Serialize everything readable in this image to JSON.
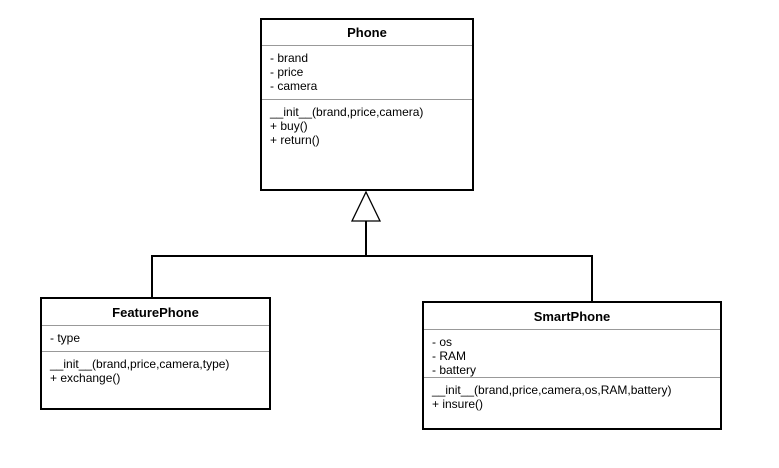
{
  "diagram": {
    "type": "uml-class-diagram",
    "background_color": "#ffffff",
    "line_color": "#000000",
    "separator_color": "#999999",
    "classes": {
      "phone": {
        "title": "Phone",
        "attributes": [
          "- brand",
          "- price",
          "- camera"
        ],
        "methods": [
          "__init__(brand,price,camera)",
          "+ buy()",
          "+ return()"
        ]
      },
      "featurephone": {
        "title": "FeaturePhone",
        "attributes": [
          "- type"
        ],
        "methods": [
          "__init__(brand,price,camera,type)",
          "+ exchange()"
        ]
      },
      "smartphone": {
        "title": "SmartPhone",
        "attributes": [
          "- os",
          "- RAM",
          "- battery"
        ],
        "methods": [
          "__init__(brand,price,camera,os,RAM,battery)",
          "+ insure()"
        ]
      }
    },
    "relationships": [
      {
        "type": "inheritance",
        "from": "FeaturePhone",
        "to": "Phone"
      },
      {
        "type": "inheritance",
        "from": "SmartPhone",
        "to": "Phone"
      }
    ]
  }
}
